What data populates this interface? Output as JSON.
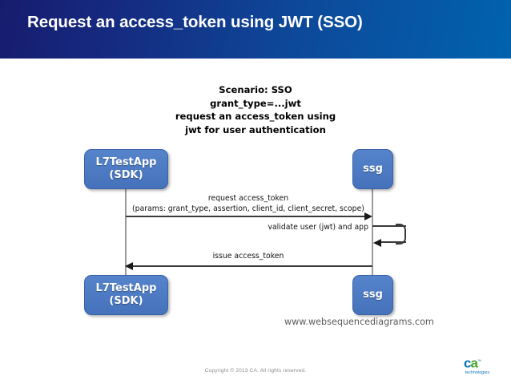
{
  "slide": {
    "title": "Request an access_token using JWT (SSO)",
    "header_gradient_start": "#171c6e",
    "header_gradient_end": "#0063ae"
  },
  "diagram": {
    "type": "sequence-diagram",
    "title": "Scenario: SSO\ngrant_type=...jwt\nrequest an access_token using\njwt for user authentication",
    "participants": [
      {
        "id": "app",
        "label": "L7TestApp\n(SDK)"
      },
      {
        "id": "ssg",
        "label": "ssg"
      }
    ],
    "messages": [
      {
        "from": "app",
        "to": "ssg",
        "direction": "right",
        "label": "request access_token\n(params: grant_type, assertion, client_id, client_secret, scope)"
      },
      {
        "from": "ssg",
        "to": "ssg",
        "direction": "self",
        "label": "validate user (jwt) and app"
      },
      {
        "from": "ssg",
        "to": "app",
        "direction": "left",
        "label": "issue access_token"
      }
    ],
    "box_color": "#4a79c4",
    "watermark": "www.websequencediagrams.com"
  },
  "footer": {
    "copyright": "Copyright © 2013 CA. All rights reserved.",
    "logo": {
      "mark_c": "c",
      "mark_a": "a",
      "trademark": "™",
      "subtitle": "technologies",
      "color_c": "#0471bc",
      "color_a": "#4ba22e"
    }
  }
}
